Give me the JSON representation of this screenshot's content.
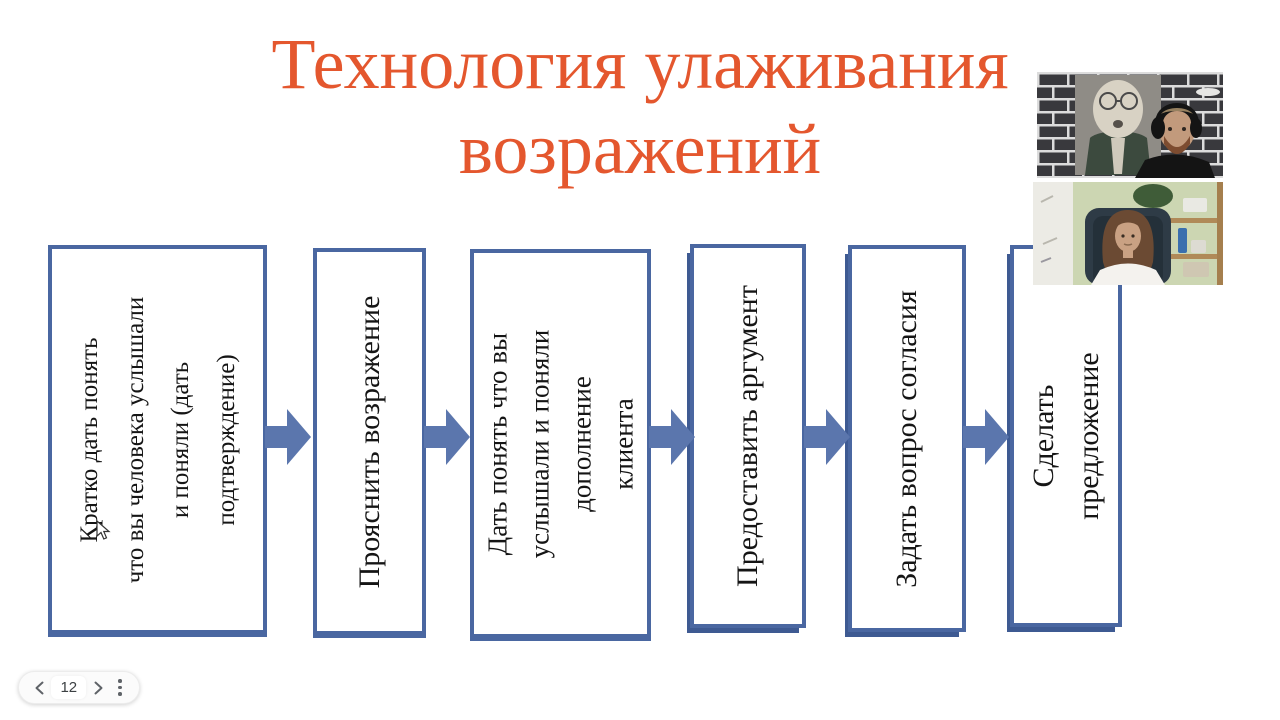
{
  "slide": {
    "title": "Технология улаживания\nвозражений",
    "flow_steps": [
      "Кратко дать понять\nчто вы человека услышали\nи поняли (дать\nподтверждение)",
      "Прояснить возражение",
      "Дать понять что вы\nуслышали и поняли\nдополнение\nклиента",
      "Предоставить аргумент",
      "Задать вопрос согласия",
      "Сделать\nпредложение"
    ]
  },
  "nav": {
    "page": "12",
    "icons": [
      "chevron-left-icon",
      "chevron-right-icon",
      "kebab-menu-icon"
    ]
  },
  "videos": [
    {
      "name": "webcam-male-presenter"
    },
    {
      "name": "webcam-female-presenter"
    }
  ],
  "colors": {
    "title": "#E4572E",
    "box_border": "#4A67A1",
    "box_shadow": "#3E5A92",
    "arrow": "#5B76AD",
    "nav_icon": "#5F6368"
  }
}
